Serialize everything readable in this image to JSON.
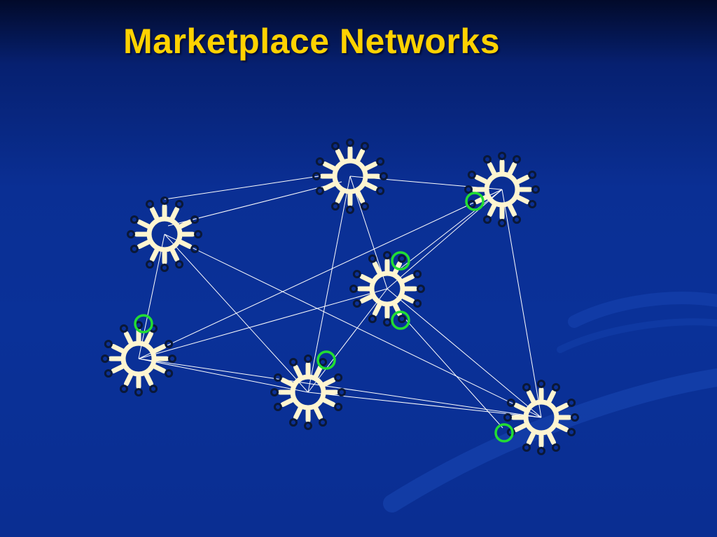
{
  "slide": {
    "title": "Marketplace Networks"
  },
  "colors": {
    "title": "#ffd200",
    "hub": "#fff5d0",
    "port": "#0a1838",
    "link": "#ffffff",
    "connector_ring": "#22dd33",
    "swoosh": "#1a4ab8"
  },
  "diagram": {
    "node_count": 7,
    "port_count_per_node": 12,
    "connector_count": 6,
    "link_count": 16
  }
}
